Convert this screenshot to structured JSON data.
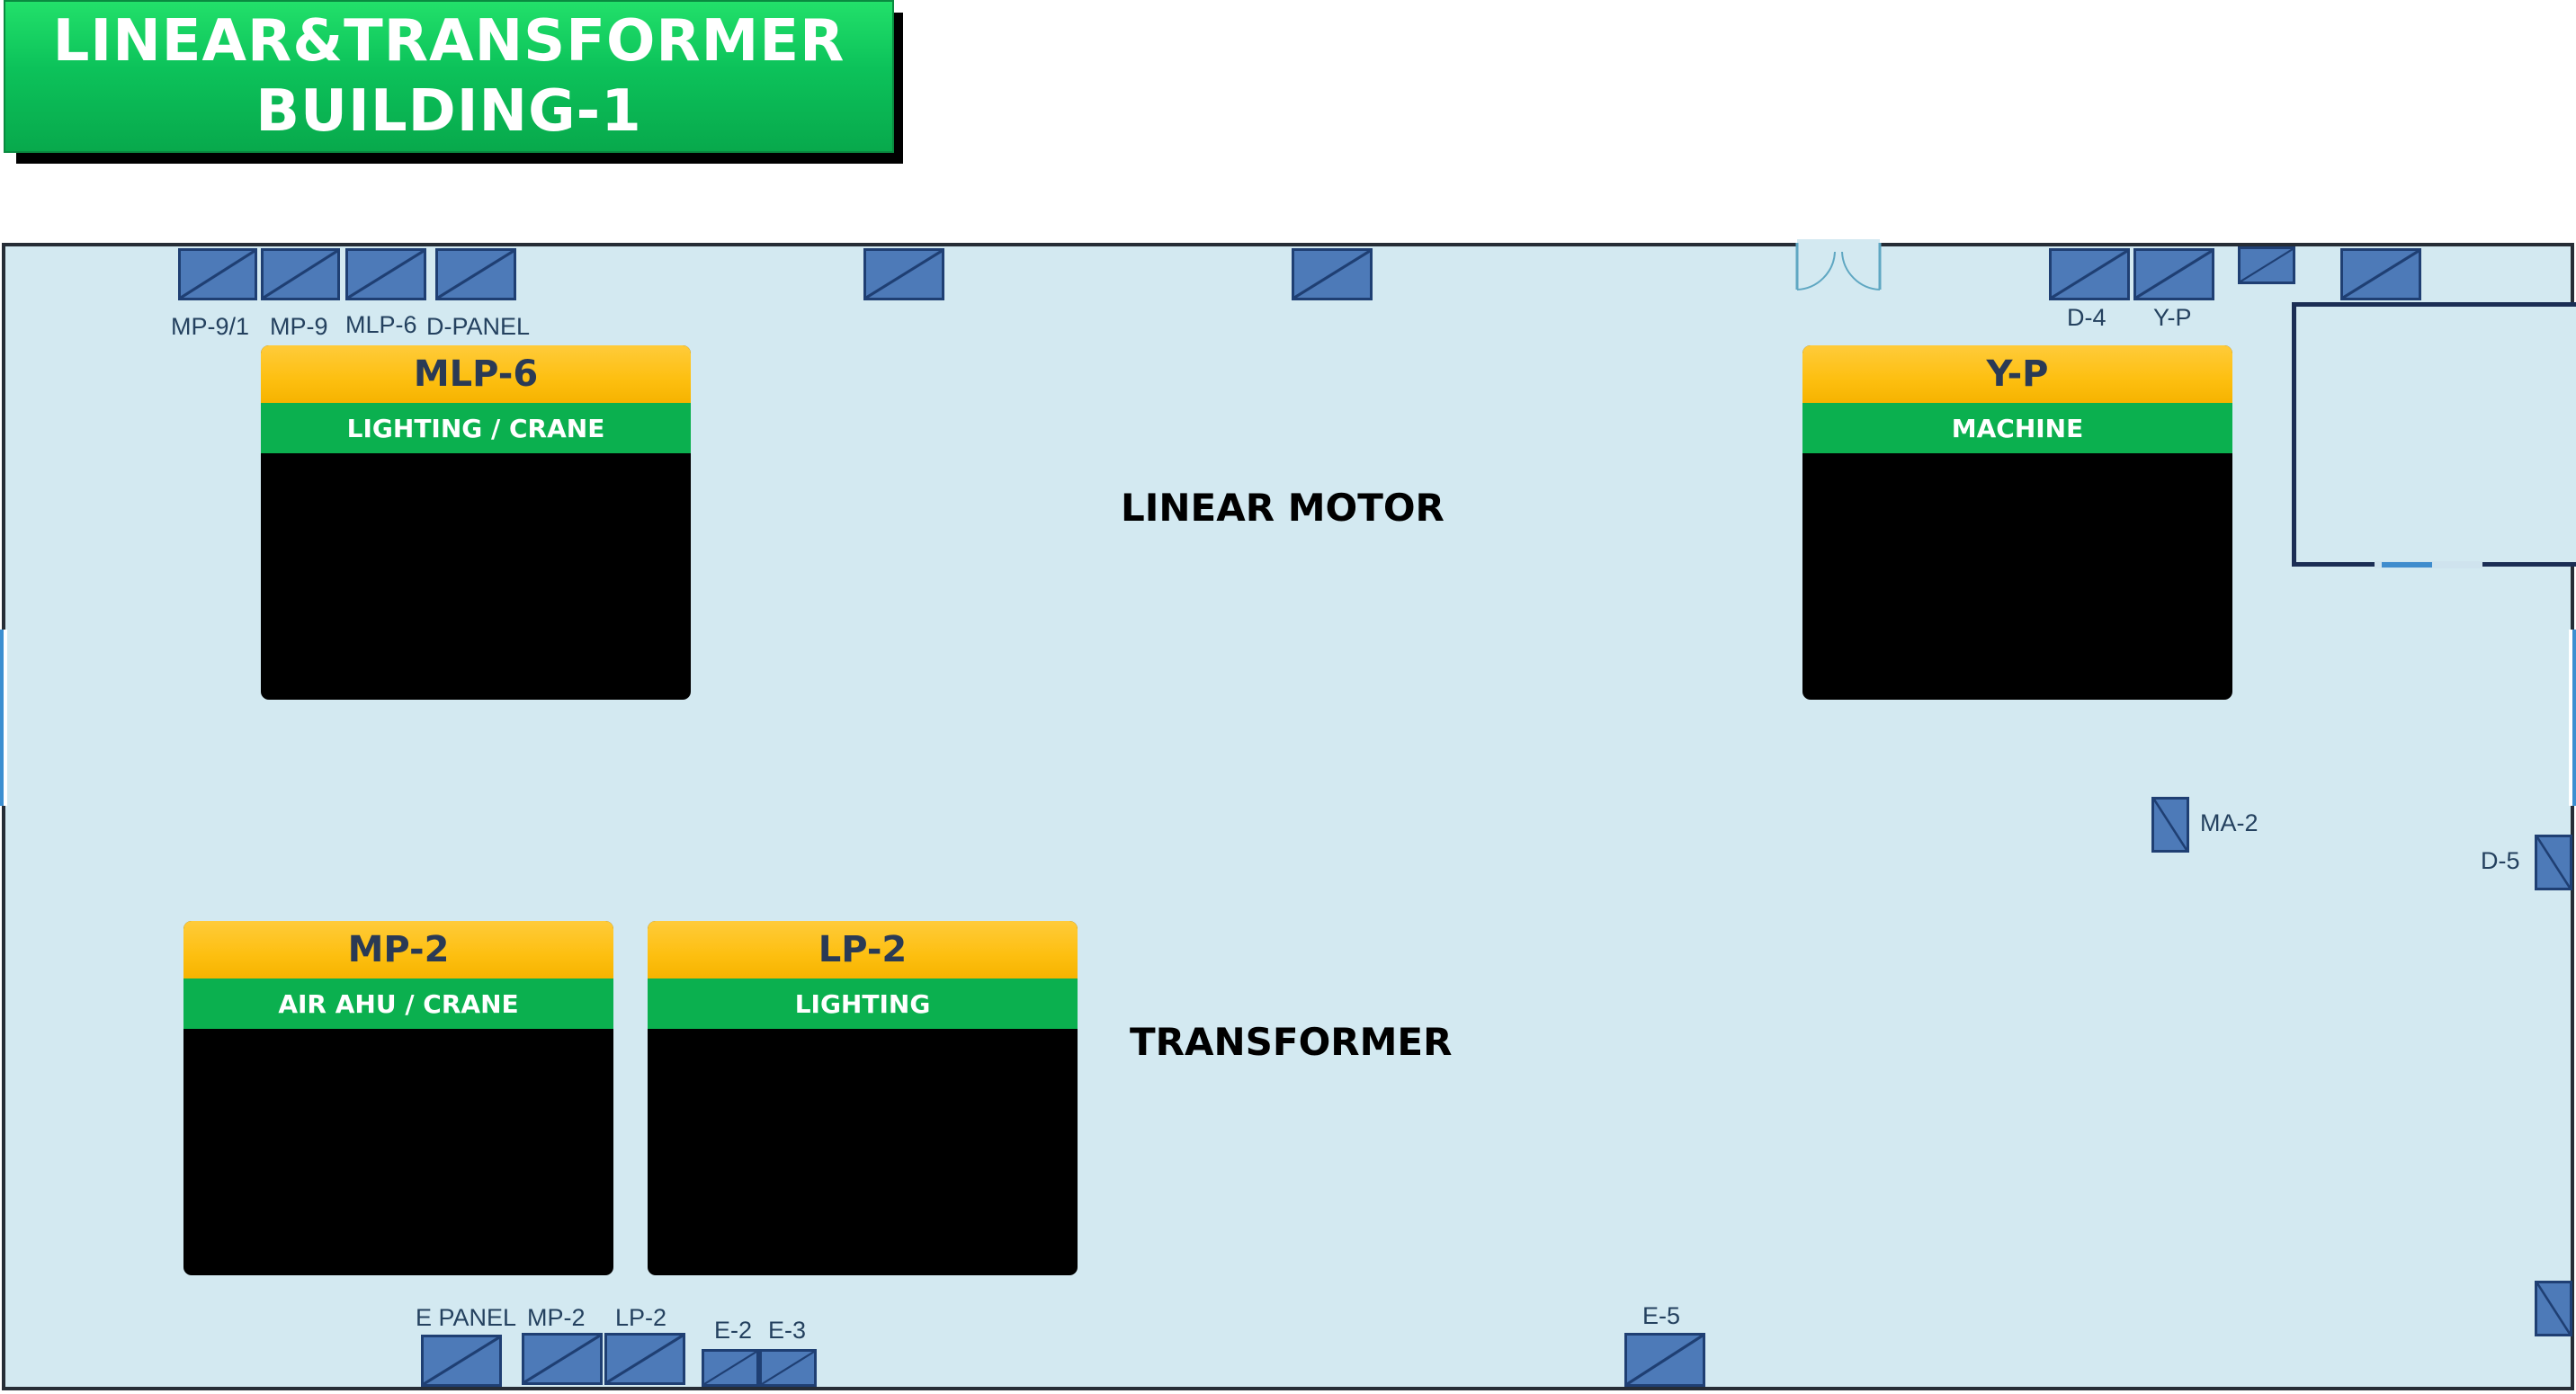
{
  "title": {
    "line1": "LINEAR&TRANSFORMER",
    "line2": "BUILDING-1"
  },
  "areas": {
    "top": "LINEAR MOTOR",
    "bottom": "TRANSFORMER"
  },
  "panel_labels": {
    "mp91": "MP-9/1",
    "mp9": "MP-9",
    "mlp6": "MLP-6",
    "dpanel": "D-PANEL",
    "d4": "D-4",
    "yp": "Y-P",
    "ma2": "MA-2",
    "d5": "D-5",
    "epanel": "E PANEL",
    "mp2": "MP-2",
    "lp2": "LP-2",
    "e2": "E-2",
    "e3": "E-3",
    "e5": "E-5"
  },
  "cards": {
    "mlp6": {
      "name": "MLP-6",
      "function": "LIGHTING / CRANE"
    },
    "yp": {
      "name": "Y-P",
      "function": "MACHINE"
    },
    "mp2": {
      "name": "MP-2",
      "function": "AIR AHU / CRANE"
    },
    "lp2": {
      "name": "LP-2",
      "function": "LIGHTING"
    }
  },
  "colors": {
    "title_green": "#0cc25a",
    "floor": "#d3e9f1",
    "panel_fill": "#4d7ab8",
    "card_header": "#fdbf10",
    "card_subheader": "#0bb04f",
    "card_body": "#000000"
  }
}
